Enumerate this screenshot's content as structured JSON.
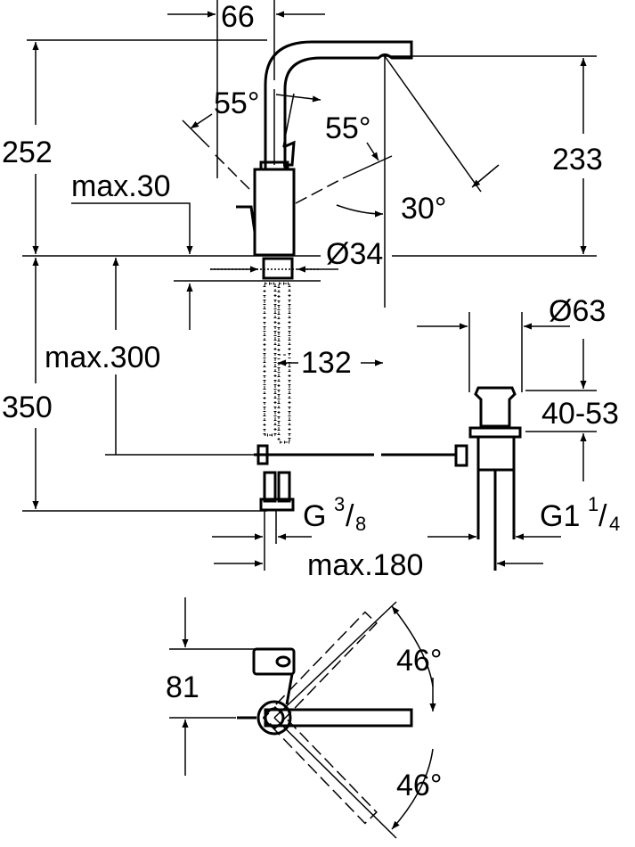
{
  "dimensions": {
    "spout_offset": "66",
    "total_height": "252",
    "lever_angle_left": "55°",
    "lever_angle_right": "55°",
    "spout_height": "233",
    "spout_angle": "30°",
    "max_deck_thickness": "max.30",
    "hole_diameter": "Ø34",
    "max_hose_length": "max.300",
    "below_deck": "350",
    "spout_reach": "132",
    "waste_diameter": "Ø63",
    "waste_height": "40-53",
    "supply_thread_g": "G",
    "supply_thread_num": "3",
    "supply_thread_den": "8",
    "waste_thread_g": "G1",
    "waste_thread_num": "1",
    "waste_thread_den": "4",
    "max_distance": "max.180",
    "body_depth": "81",
    "swivel_angle_top": "46°",
    "swivel_angle_bottom": "46°"
  }
}
